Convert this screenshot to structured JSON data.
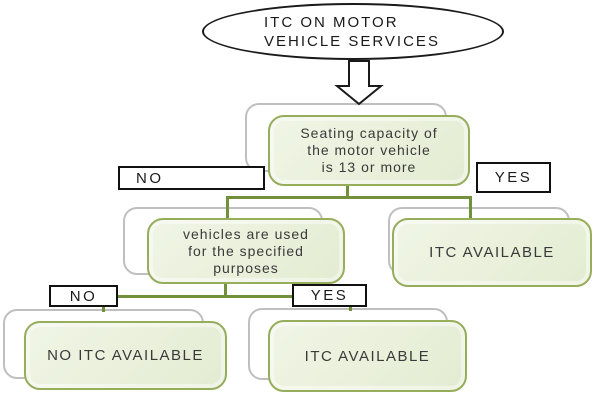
{
  "palette": {
    "node_fill": "#ebf1de",
    "node_border": "#96ad5c",
    "shadow_border": "#bfbfbf",
    "connector_green": "#71923a",
    "label_border": "#111111",
    "background": "#ffffff"
  },
  "flowchart": {
    "start": {
      "label": "ITC ON MOTOR\nVEHICLE SERVICES"
    },
    "decision_seating": {
      "label": "Seating capacity of\nthe motor vehicle\nis 13 or more"
    },
    "branch_no_1": {
      "label": "NO"
    },
    "branch_yes_1": {
      "label": "YES"
    },
    "decision_usage": {
      "label": "vehicles are used\nfor the specified\npurposes"
    },
    "outcome_itc_available_right": {
      "label": "ITC AVAILABLE"
    },
    "branch_no_2": {
      "label": "NO"
    },
    "branch_yes_2": {
      "label": "YES"
    },
    "outcome_no_itc": {
      "label": "NO ITC AVAILABLE"
    },
    "outcome_itc_available_bottom": {
      "label": "ITC AVAILABLE"
    }
  }
}
